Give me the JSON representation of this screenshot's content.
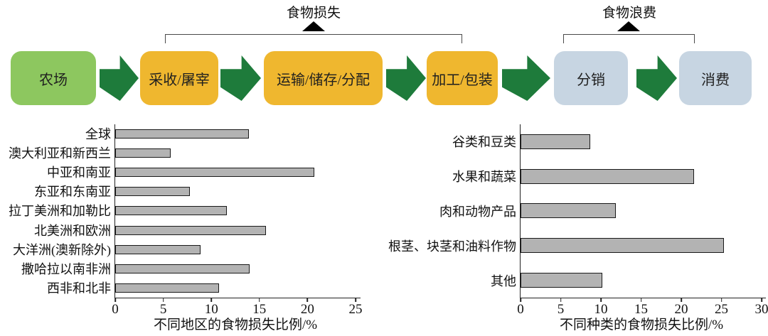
{
  "flow": {
    "loss_label": "食物损失",
    "waste_label": "食物浪费",
    "stages": [
      {
        "label": "农场",
        "color": "green"
      },
      {
        "label": "采收/屠宰",
        "color": "yellow"
      },
      {
        "label": "运输/储存/分配",
        "color": "yellow"
      },
      {
        "label": "加工/包装",
        "color": "yellow"
      },
      {
        "label": "分销",
        "color": "blue"
      },
      {
        "label": "消费",
        "color": "blue"
      }
    ]
  },
  "colors": {
    "farm-box": "#8dc75f",
    "loss-box": "#efb72f",
    "waste-box": "#c7d5e2",
    "arrow-green": "#1e7b3b",
    "bar-fill": "#b3b3b3",
    "bar-border": "#1a1a1a",
    "axis": "#222222",
    "bracket": "#4a4a4a"
  },
  "chart_data": [
    {
      "type": "bar",
      "orientation": "horizontal",
      "categories": [
        "全球",
        "澳大利亚和新西兰",
        "中亚和南亚",
        "东亚和东南亚",
        "拉丁美洲和加勒比",
        "北美洲和欧洲",
        "大洋洲(澳新除外)",
        "撒哈拉以南非洲",
        "西非和北非"
      ],
      "values": [
        13.9,
        5.8,
        20.7,
        7.8,
        11.6,
        15.7,
        8.9,
        14.0,
        10.8
      ],
      "xlabel": "不同地区的食物损失比例/%",
      "xlim": [
        0,
        25
      ],
      "xticks": [
        0,
        5,
        10,
        15,
        20,
        25
      ],
      "grid": false,
      "legend": null
    },
    {
      "type": "bar",
      "orientation": "horizontal",
      "categories": [
        "谷类和豆类",
        "水果和蔬菜",
        "肉和动物产品",
        "根茎、块茎和油料作物",
        "其他"
      ],
      "values": [
        8.7,
        21.6,
        11.9,
        25.3,
        10.2
      ],
      "xlabel": "不同种类的食物损失比例/%",
      "xlim": [
        0,
        30
      ],
      "xticks": [
        0,
        5,
        10,
        15,
        20,
        25,
        30
      ],
      "grid": false,
      "legend": null
    }
  ]
}
